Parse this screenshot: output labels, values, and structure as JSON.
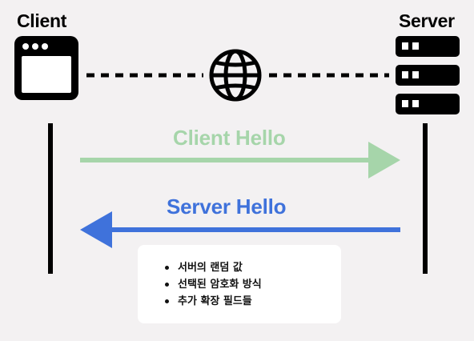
{
  "client": {
    "label": "Client",
    "icon": "browser-window-icon"
  },
  "server": {
    "label": "Server",
    "icon": "server-rack-icon"
  },
  "network": {
    "icon": "globe-icon"
  },
  "messages": [
    {
      "label": "Client Hello",
      "direction": "client-to-server",
      "color": "#a6d5aa"
    },
    {
      "label": "Server Hello",
      "direction": "server-to-client",
      "color": "#3f72db"
    }
  ],
  "server_hello_contents": [
    "서버의 랜덤 값",
    "선택된 암호화 방식",
    "추가 확장 필드들"
  ]
}
